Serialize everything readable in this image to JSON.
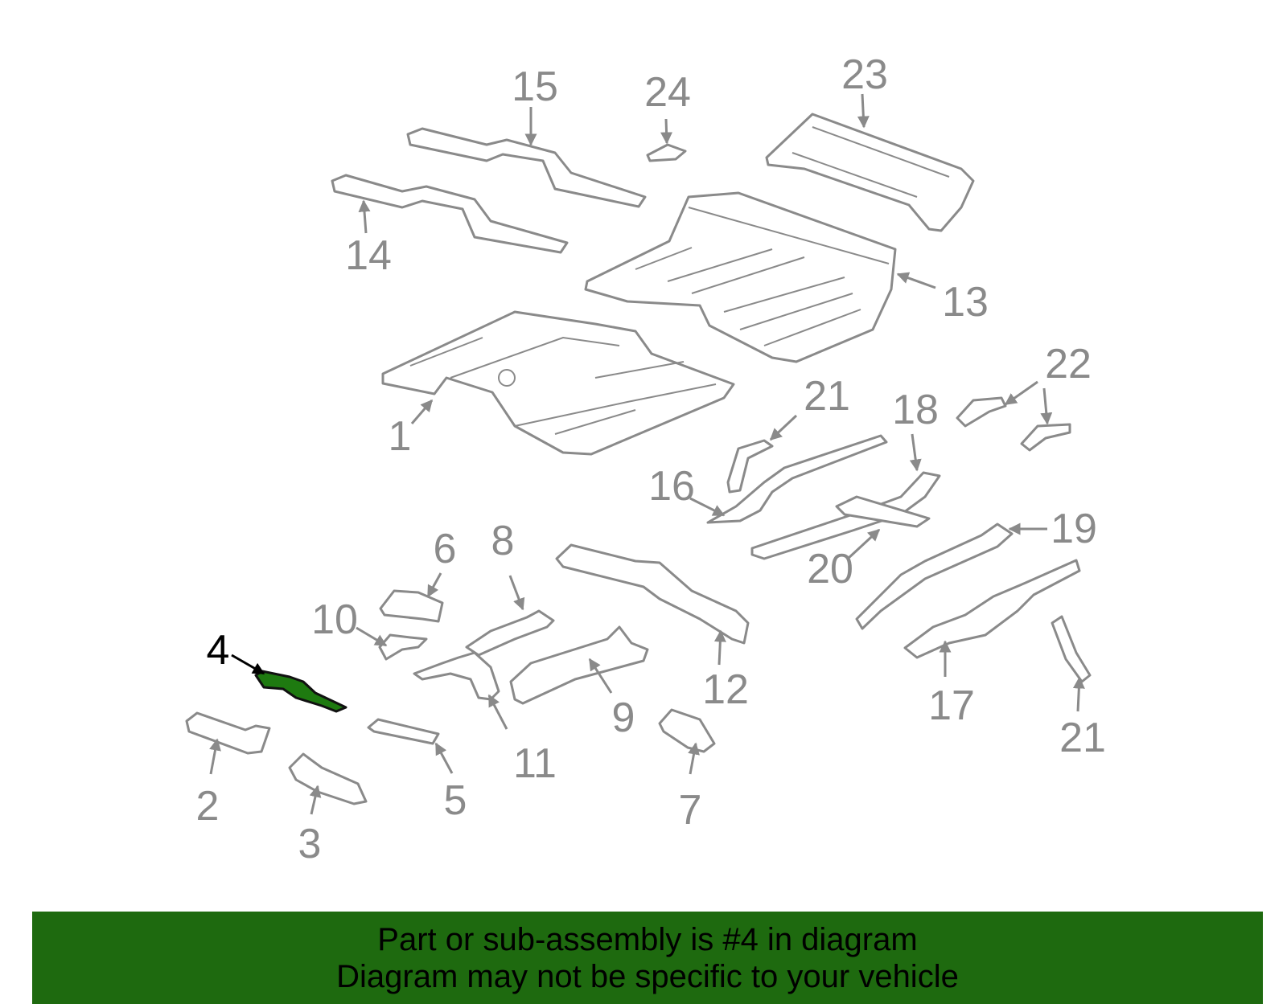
{
  "diagram": {
    "highlighted_callout": "4",
    "callouts": [
      "1",
      "2",
      "3",
      "4",
      "5",
      "6",
      "7",
      "8",
      "9",
      "10",
      "11",
      "12",
      "13",
      "14",
      "15",
      "16",
      "17",
      "18",
      "19",
      "20",
      "21",
      "21",
      "22",
      "23",
      "24"
    ]
  },
  "banner": {
    "line1": "Part or sub-assembly is #4 in diagram",
    "line2": "Diagram may not be specific to your vehicle"
  },
  "colors": {
    "banner_bg": "#1e6a0f",
    "highlight_part": "#1e7a10",
    "line_art": "#8a8a8a"
  }
}
